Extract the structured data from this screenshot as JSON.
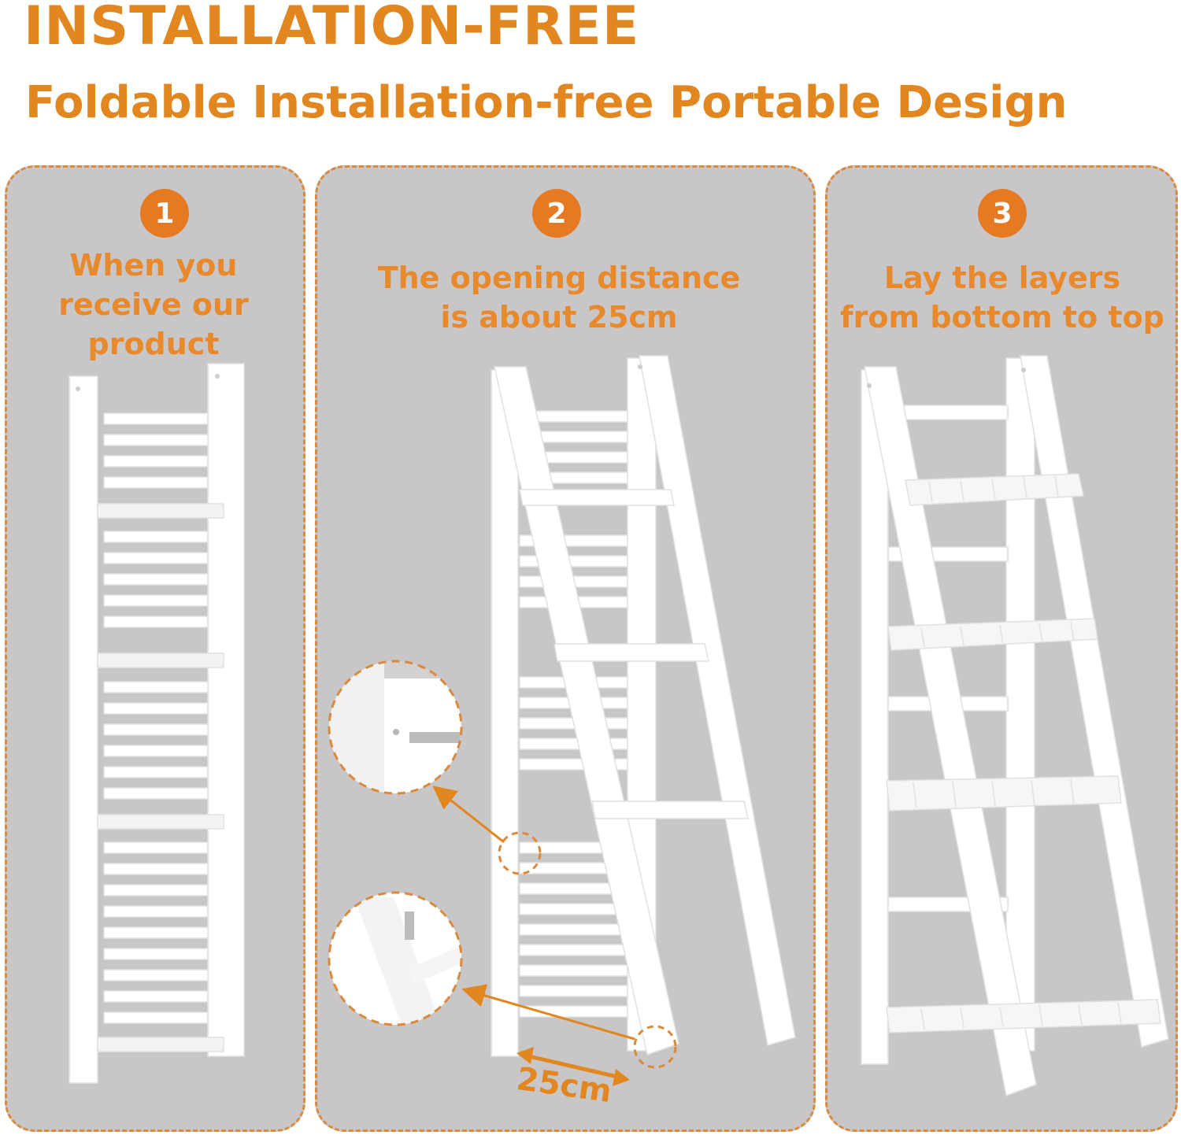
{
  "header": {
    "title": "INSTALLATION-FREE",
    "subtitle": "Foldable Installation-free Portable Design"
  },
  "steps": [
    {
      "number": "1",
      "text": "When you receive our product"
    },
    {
      "number": "2",
      "text": "The opening distance is about 25cm"
    },
    {
      "number": "3",
      "text": "Lay the layers from bottom to top"
    }
  ],
  "dimension": {
    "label": "25cm"
  },
  "colors": {
    "accent": "#e2861f",
    "panel": "#c9c6c7",
    "product": "#ffffff"
  }
}
